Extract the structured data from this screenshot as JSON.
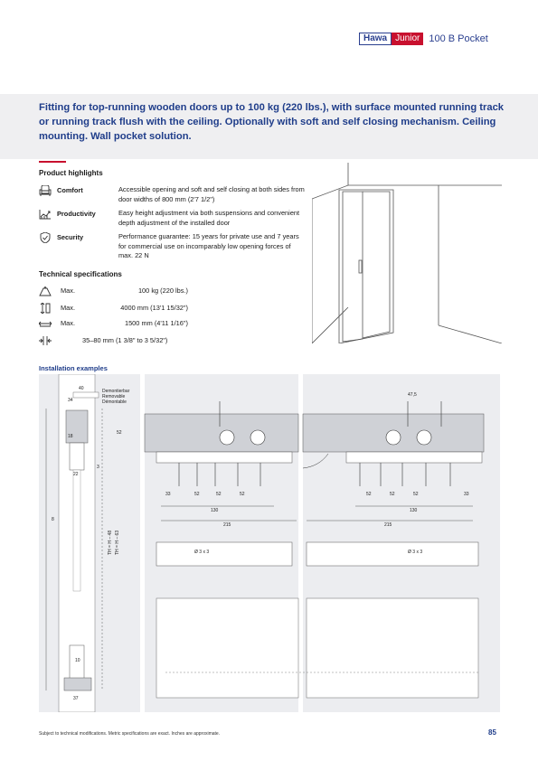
{
  "header": {
    "brand_part1": "Hawa",
    "brand_part2": "Junior",
    "model": "100 B Pocket"
  },
  "intro": "Fitting for top-running wooden doors up to 100 kg (220 lbs.), with surface mounted running track or running track flush with the ceiling. Optionally with soft and self closing mechanism. Ceiling mounting. Wall pocket solution.",
  "highlights": {
    "title": "Product highlights",
    "items": [
      {
        "icon": "chair-icon",
        "label": "Comfort",
        "text": "Accessible opening and soft and self closing at both sides from door widths of 800 mm (2'7 1/2\")"
      },
      {
        "icon": "chart-icon",
        "label": "Productivity",
        "text": "Easy height adjustment via both suspensions and convenient depth adjustment of the installed door"
      },
      {
        "icon": "shield-icon",
        "label": "Security",
        "text": "Performance guarantee: 15 years for private use and 7 years for commercial use on incomparably low opening forces of max. 22 N"
      }
    ]
  },
  "specs": {
    "title": "Technical specifications",
    "rows": [
      {
        "icon": "weight-icon",
        "key": "Max.",
        "value": "100 kg (220 lbs.)"
      },
      {
        "icon": "height-icon",
        "key": "Max.",
        "value": "4000 mm (13'1 15/32\")"
      },
      {
        "icon": "width-icon",
        "key": "Max.",
        "value": "1500 mm (4'11 1/16\")"
      },
      {
        "icon": "thickness-icon",
        "key": "",
        "value": "35–80 mm (1 3/8\" to 3 5/32\")"
      }
    ]
  },
  "installation": {
    "title": "Installation examples",
    "labels": {
      "a40": "40",
      "a34": "34",
      "a18": "18",
      "a52": "52",
      "a22": "22",
      "a3": "3",
      "a8": "8",
      "a10": "10",
      "a37": "37",
      "dismantle_de": "Demontierbar",
      "dismantle_fr": "Removable",
      "dismantle_en": "Démontable",
      "dim_47_5": "47,5",
      "dim_33": "33",
      "dim_52": "52",
      "dim_130": "130",
      "dim_215": "215",
      "hole": "Ø 3 x 3",
      "thh": "TH = H – 48",
      "thh2": "TH = H – 63"
    }
  },
  "footer": "Subject to technical modifications. Metric specifications are exact. Inches are approximate.",
  "page_number": "85"
}
